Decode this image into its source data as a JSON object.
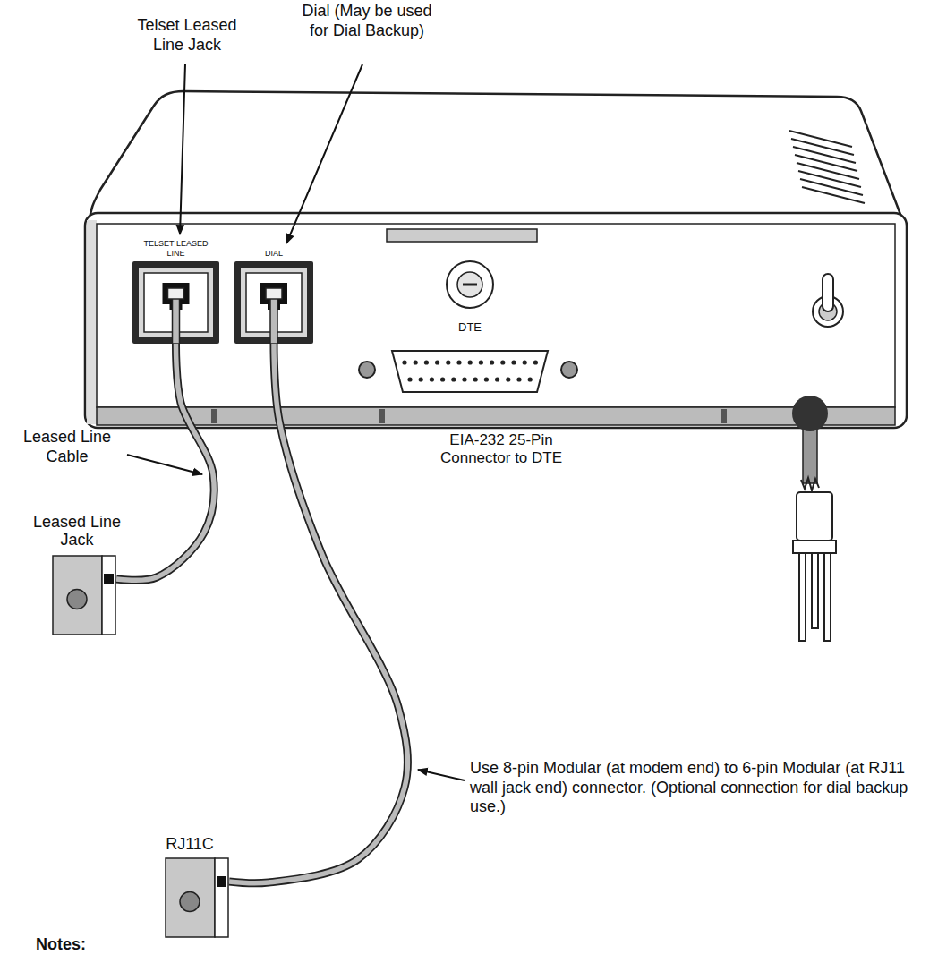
{
  "diagram": {
    "nodes": [
      {
        "text": [
          "TELSET LEASED LINE"
        ]
      },
      {
        "text": [
          "DIAL"
        ]
      },
      {
        "text": [
          "Leased Line Jack"
        ]
      },
      {
        "text": [
          "RJ11C"
        ]
      }
    ],
    "edges": [
      {
        "from": 0,
        "to": 2,
        "arrow": "none"
      },
      {
        "from": 1,
        "to": 3,
        "arrow": "none"
      }
    ],
    "labels": [
      "Telset Leased Line Jack",
      "Dial (May be used for Dial Backup)",
      "DTE",
      "EIA-232 25-Pin Connector to DTE",
      "Leased Line Cable",
      "Use 8-pin Modular (at modem end) to 6-pin Modular (at RJ11 wall jack end) connector. (Optional connection for dial backup use.)",
      "Notes:"
    ]
  }
}
